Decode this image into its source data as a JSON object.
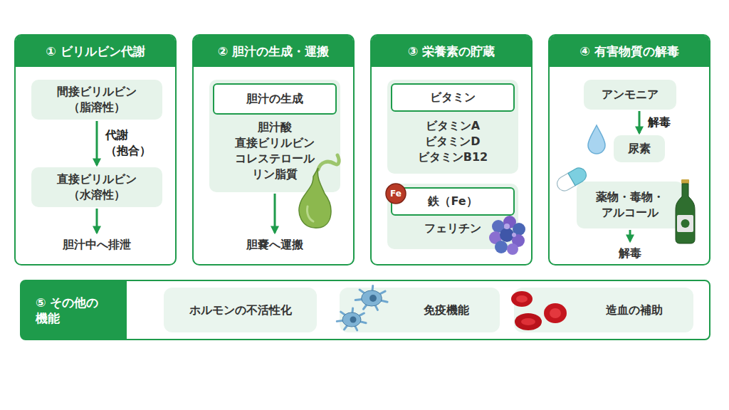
{
  "diagram": {
    "nodes": [
      {
        "text": [
          "① ビリルビン代謝"
        ]
      },
      {
        "text": [
          "間接ビリルビン （脂溶性）"
        ],
        "in": 0
      },
      {
        "text": [
          "直接ビリルビン （水溶性）"
        ],
        "in": 0
      },
      {
        "text": [
          "胆汁中へ排泄"
        ],
        "in": 0
      },
      {
        "text": [
          "② 胆汁の生成・運搬"
        ]
      },
      {
        "text": [
          "胆汁酸 直接ビリルビン コレステロール リン脂質"
        ],
        "in": 4
      },
      {
        "text": [
          "胆汁の生成"
        ],
        "in": 5
      },
      {
        "text": [
          "胆嚢へ運搬"
        ],
        "in": 4
      },
      {
        "text": [
          "③ 栄養素の貯蔵"
        ]
      },
      {
        "text": [
          "ビタミンA ビタミンD ビタミンB12"
        ],
        "in": 8
      },
      {
        "text": [
          "ビタミン"
        ],
        "in": 9
      },
      {
        "text": [
          "フェリチン"
        ],
        "in": 8
      },
      {
        "text": [
          "鉄（Fe）"
        ],
        "in": 11
      },
      {
        "text": [
          "④ 有害物質の解毒"
        ]
      },
      {
        "text": [
          "アンモニア"
        ],
        "in": 13
      },
      {
        "text": [
          "尿素"
        ],
        "in": 13
      },
      {
        "text": [
          "薬物・毒物・ アルコール"
        ],
        "in": 13
      },
      {
        "text": [
          "解毒"
        ],
        "in": 13
      },
      {
        "text": [
          "⑤ その他の 機能"
        ]
      },
      {
        "text": [
          "ホルモンの不活性化"
        ],
        "in": 18
      },
      {
        "text": [
          "免疫機能"
        ],
        "in": 18
      },
      {
        "text": [
          "造血の補助"
        ],
        "in": 18
      }
    ],
    "edges": [
      {
        "from": 1,
        "to": 2,
        "arrow": "to",
        "label": "代謝 （抱合）"
      },
      {
        "from": 2,
        "to": 3,
        "arrow": "to"
      },
      {
        "from": 5,
        "to": 7,
        "arrow": "to"
      },
      {
        "from": 14,
        "to": 15,
        "arrow": "to",
        "label": "解毒"
      },
      {
        "from": 16,
        "to": 17,
        "arrow": "to"
      }
    ],
    "labels": [
      "Fe"
    ]
  }
}
